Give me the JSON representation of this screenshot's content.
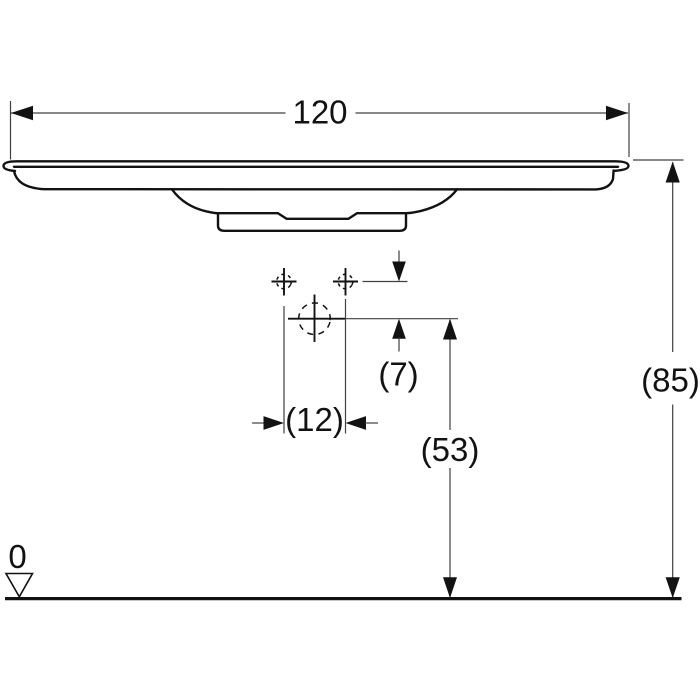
{
  "drawing": {
    "type": "technical-dimension-drawing",
    "subject": "washbasin-front-elevation"
  },
  "colors": {
    "ink": "#121212",
    "dim": "#404040",
    "bg": "#ffffff"
  },
  "labels": {
    "overall_width": "120",
    "overall_height": "(85)",
    "faucet_to_drain": "(7)",
    "hole_spacing": "(12)",
    "drain_height": "(53)",
    "datum_zero": "0"
  }
}
